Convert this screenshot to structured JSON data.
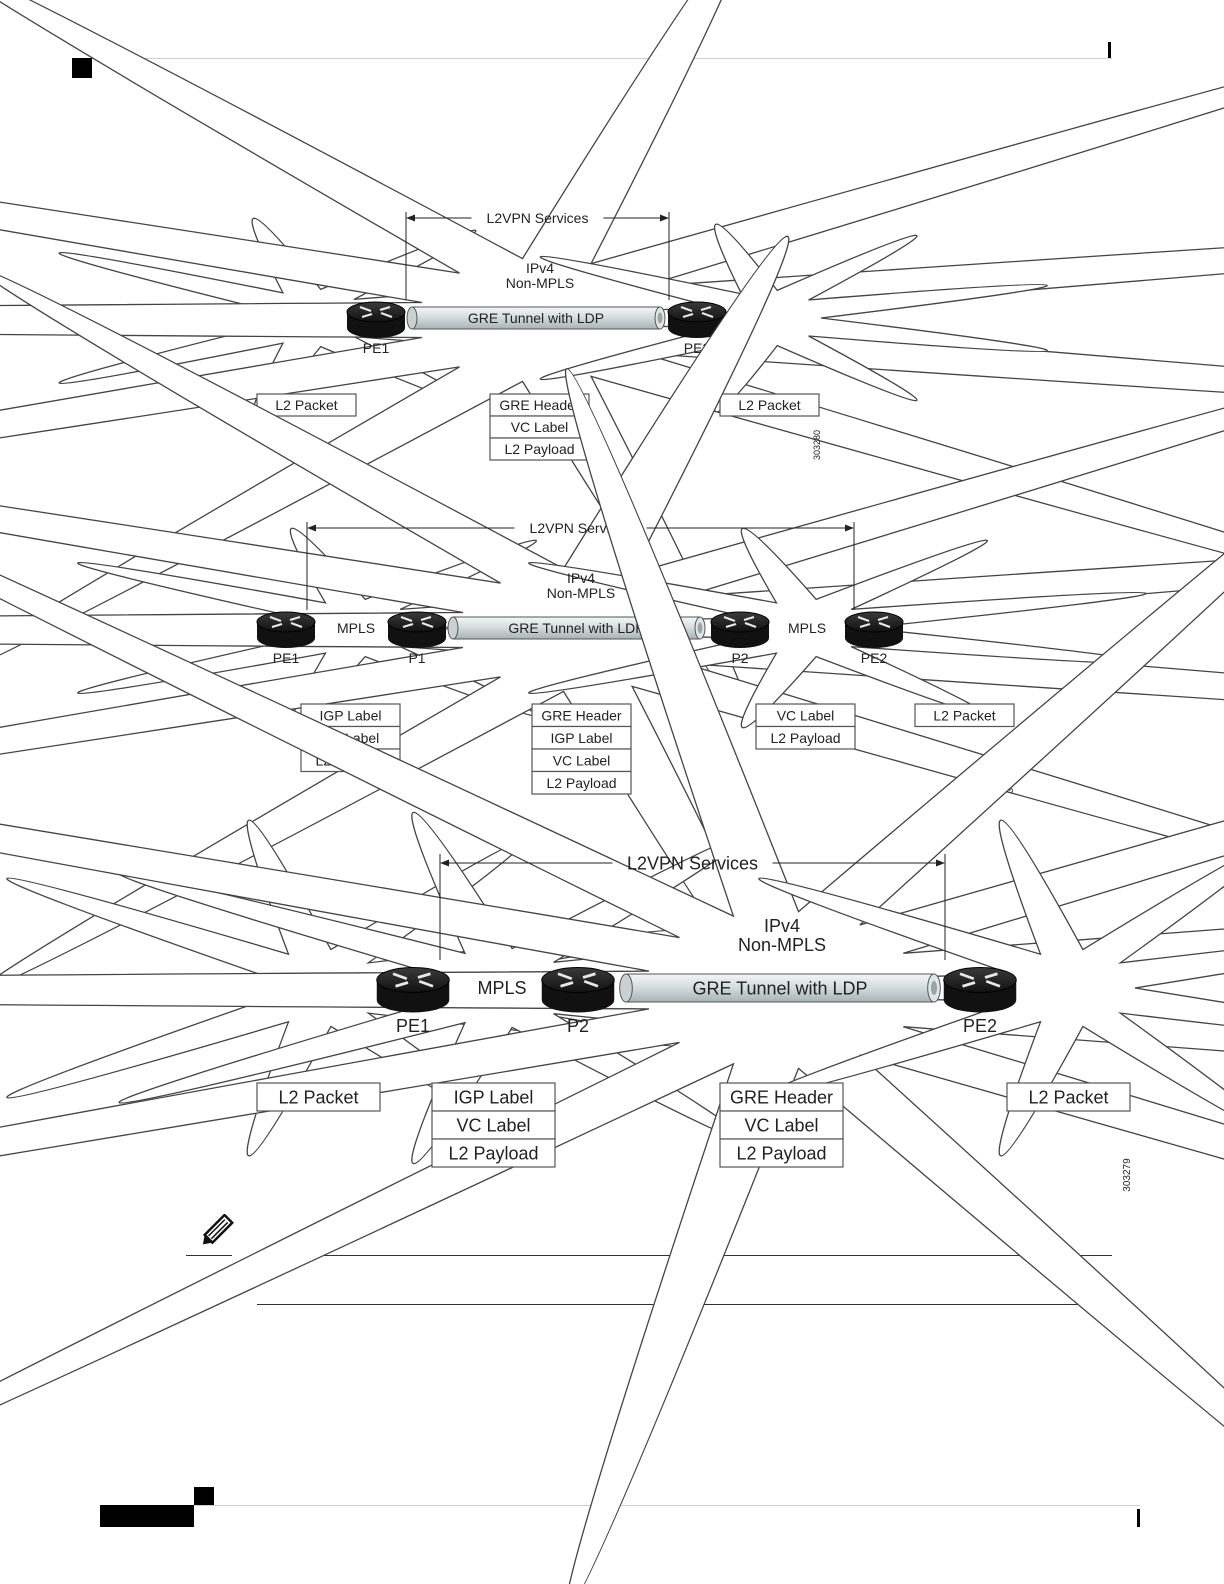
{
  "diagrams": [
    {
      "id": "d1",
      "span_label": "L2VPN Services",
      "core_cloud_label": [
        "IPv4",
        "Non-MPLS"
      ],
      "tunnel_label": "GRE Tunnel with LDP",
      "router_labels": [
        "PE1",
        "PE2"
      ],
      "mpls_labels": [],
      "stacks": [
        [
          "L2 Packet"
        ],
        [
          "GRE Header",
          "VC Label",
          "L2 Payload"
        ],
        [
          "L2 Packet"
        ]
      ],
      "figure_id": "303280"
    },
    {
      "id": "d2",
      "span_label": "L2VPN Services",
      "core_cloud_label": [
        "IPv4",
        "Non-MPLS"
      ],
      "tunnel_label": "GRE Tunnel with LDP",
      "router_labels": [
        "PE1",
        "P1",
        "P2",
        "PE2"
      ],
      "mpls_labels": [
        "MPLS",
        "MPLS"
      ],
      "stacks": [
        [
          "IGP Label",
          "VC Label",
          "L2 Payload"
        ],
        [
          "GRE Header",
          "IGP Label",
          "VC Label",
          "L2 Payload"
        ],
        [
          "VC Label",
          "L2 Payload"
        ],
        [
          "L2 Packet"
        ]
      ],
      "figure_id": "303278"
    },
    {
      "id": "d3",
      "span_label": "L2VPN Services",
      "core_cloud_label": [
        "IPv4",
        "Non-MPLS"
      ],
      "tunnel_label": "GRE Tunnel with LDP",
      "router_labels": [
        "PE1",
        "P2",
        "PE2"
      ],
      "mpls_labels": [
        "MPLS"
      ],
      "stacks": [
        [
          "L2 Packet"
        ],
        [
          "IGP Label",
          "VC Label",
          "L2 Payload"
        ],
        [
          "GRE Header",
          "VC Label",
          "L2 Payload"
        ],
        [
          "L2 Packet"
        ]
      ],
      "figure_id": "303279"
    }
  ],
  "note_icon": "pencil-note-icon",
  "colors": {
    "line": "#222222",
    "cloud": "#444444",
    "tunnel": "#cfd8d8",
    "rule": "#cccccc"
  }
}
